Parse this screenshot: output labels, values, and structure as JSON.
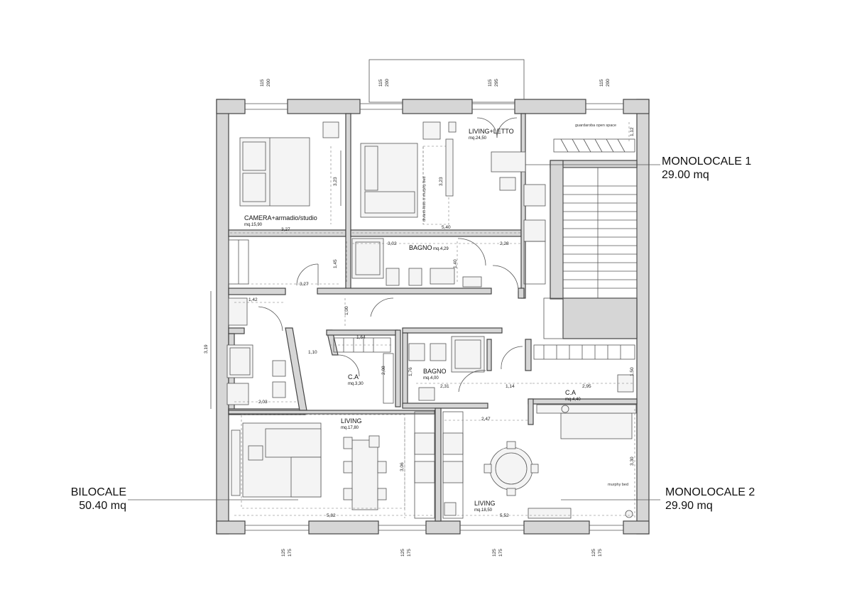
{
  "units": [
    {
      "id": "mono1",
      "name": "MONOLOCALE 1",
      "area": "29.00 mq"
    },
    {
      "id": "mono2",
      "name": "MONOLOCALE 2",
      "area": "29.90 mq"
    },
    {
      "id": "bilo",
      "name": "BILOCALE",
      "area": "50.40 mq"
    }
  ],
  "rooms": {
    "camera_name": "CAMERA+armadio/studio",
    "camera_area": "mq.15,90",
    "living_letto_name": "LIVING+LETTO",
    "living_letto_area": "mq.24,50",
    "bagno1_name": "BAGNO",
    "bagno1_area": "mq.4,29",
    "ca1_name": "C.A",
    "ca1_area": "mq.3,30",
    "bagno2_name": "BAGNO",
    "bagno2_area": "mq.4,00",
    "ca2_name": "C.A",
    "ca2_area": "mq.4,40",
    "living1_name": "LIVING",
    "living1_area": "mq.17,80",
    "living2_name": "LIVING",
    "living2_area": "mq.18,50"
  },
  "notes": {
    "guardaroba": "guardaroba open space",
    "murphy1": "divano-letto o murphy bed",
    "murphy2": "murphy bed"
  },
  "dimensions": {
    "top1a": "115",
    "top1b": "200",
    "top2a": "115",
    "top2b": "200",
    "top3a": "115",
    "top3b": "295",
    "top4a": "115",
    "top4b": "200",
    "bot1a": "125",
    "bot1b": "175",
    "bot2a": "125",
    "bot2b": "175",
    "bot3a": "125",
    "bot3b": "175",
    "bot4a": "125",
    "bot4b": "175",
    "d_323a": "3,23",
    "d_323b": "3,23",
    "d_112": "1,12",
    "d_327a": "3,27",
    "d_540": "5,40",
    "d_302": "3,02",
    "d_228": "2,28",
    "d_145": "1,45",
    "d_140": "1,40",
    "d_327b": "3,27",
    "d_142": "1,42",
    "d_100": "1,00",
    "d_319": "3,19",
    "d_110": "1,10",
    "d_164": "1,64",
    "d_208": "2,08",
    "d_176": "1,76",
    "d_231": "2,31",
    "d_114": "1,14",
    "d_295": "2,95",
    "d_150": "1,50",
    "d_203": "2,03",
    "d_247": "2,47",
    "d_306": "3,06",
    "d_330": "3,30",
    "d_582": "5,82",
    "d_552": "5,52"
  },
  "colors": {
    "wall_fill": "#d6d6d6",
    "line": "#444444"
  }
}
